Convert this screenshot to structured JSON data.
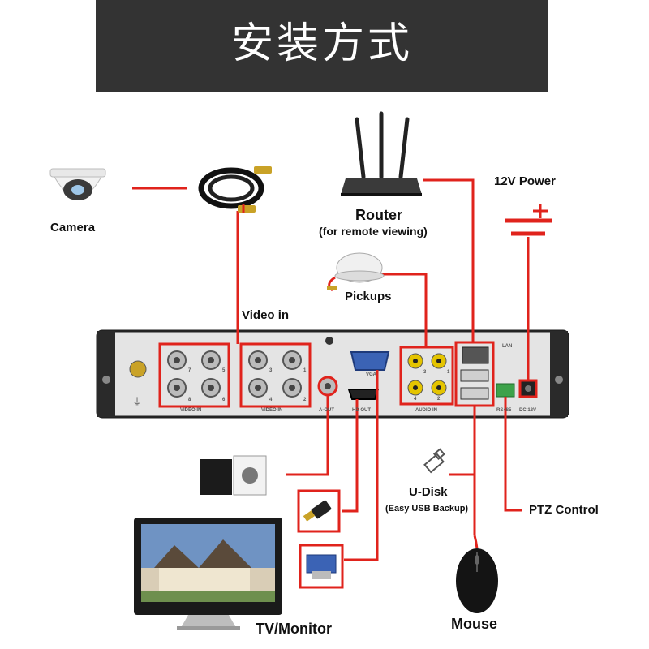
{
  "title": "安装方式",
  "labels": {
    "camera": "Camera",
    "router": "Router",
    "router_note": "(for remote viewing)",
    "power": "12V Power",
    "pickups": "Pickups",
    "video_in": "Video in",
    "udisk": "U-Disk",
    "udisk_note": "(Easy USB Backup)",
    "ptz": "PTZ Control",
    "mouse": "Mouse",
    "monitor": "TV/Monitor"
  },
  "panel_labels": {
    "video_in_left": "VIDEO IN",
    "video_in_right": "VIDEO IN",
    "aout": "A-OUT",
    "vga": "VGA",
    "hdout": "HD OUT",
    "audio_in": "AUDIO IN",
    "lan": "LAN",
    "rs485": "RS485",
    "dc12v": "DC 12V",
    "port_nums": [
      "7",
      "5",
      "3",
      "1",
      "8",
      "6",
      "4",
      "2"
    ],
    "audio_nums": [
      "3",
      "1",
      "4",
      "2"
    ]
  },
  "colors": {
    "connector": "#e0231c",
    "banner": "#333333",
    "panel": "#e4e4e4",
    "panel_frame": "#222222"
  },
  "icons": [
    "dome-camera-icon",
    "coax-cable-icon",
    "router-icon",
    "power-symbol-icon",
    "microphone-icon",
    "speaker-icon",
    "usb-drive-icon",
    "mouse-icon",
    "monitor-icon",
    "hdmi-plug-icon",
    "vga-plug-icon"
  ]
}
